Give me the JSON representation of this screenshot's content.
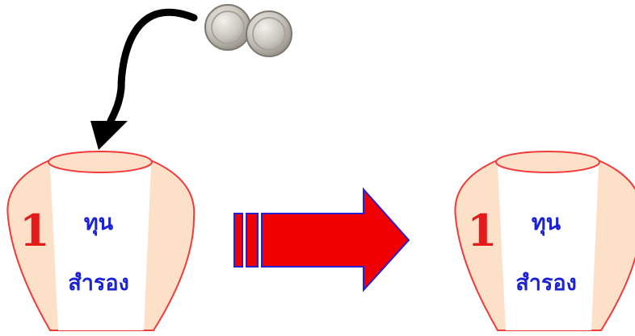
{
  "jars": [
    {
      "number": "1",
      "label_top": "ทุน",
      "label_bottom": "สำรอง"
    },
    {
      "number": "1",
      "label_top": "ทุน",
      "label_bottom": "สำรอง"
    }
  ],
  "icons": {
    "coins": "coins-icon",
    "curved_arrow": "curved-arrow-icon",
    "transfer_arrow": "right-arrow-icon"
  },
  "colors": {
    "jar_outline": "#f23a3a",
    "jar_fill": "#fde0c8",
    "jar_highlight": "#ffffff",
    "number": "#e31b1b",
    "label": "#1b22d6",
    "arrow_fill": "#f00000",
    "arrow_outline": "#2a1fd0",
    "curved_arrow": "#000000",
    "coin": "#b9b6ae"
  }
}
